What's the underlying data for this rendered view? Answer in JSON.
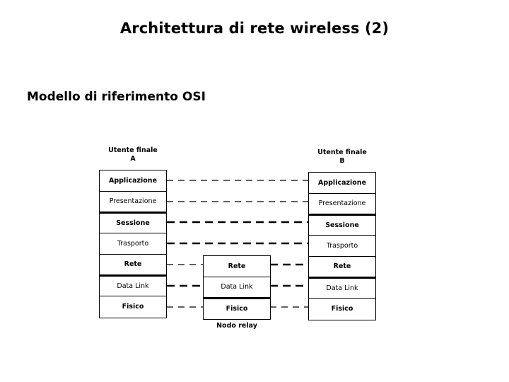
{
  "slide": {
    "title": "Architettura di rete wireless (2)",
    "subtitle": "Modello di riferimento OSI"
  },
  "diagram": {
    "left_stack": {
      "caption": "Utente finale\nA",
      "layers": [
        {
          "label": "Applicazione",
          "weight": "bold"
        },
        {
          "label": "Presentazione",
          "weight": "thin"
        },
        {
          "label": "Sessione",
          "weight": "bold"
        },
        {
          "label": "Trasporto",
          "weight": "thin"
        },
        {
          "label": "Rete",
          "weight": "bold"
        },
        {
          "label": "Data Link",
          "weight": "thin"
        },
        {
          "label": "Fisico",
          "weight": "bold"
        }
      ]
    },
    "relay_stack": {
      "caption": "Nodo relay",
      "layers": [
        {
          "label": "Rete",
          "weight": "bold"
        },
        {
          "label": "Data Link",
          "weight": "thin"
        },
        {
          "label": "Fisico",
          "weight": "bold"
        }
      ]
    },
    "right_stack": {
      "caption": "Utente finale\nB",
      "layers": [
        {
          "label": "Applicazione",
          "weight": "bold"
        },
        {
          "label": "Presentazione",
          "weight": "thin"
        },
        {
          "label": "Sessione",
          "weight": "bold"
        },
        {
          "label": "Trasporto",
          "weight": "thin"
        },
        {
          "label": "Rete",
          "weight": "bold"
        },
        {
          "label": "Data Link",
          "weight": "thin"
        },
        {
          "label": "Fisico",
          "weight": "bold"
        }
      ]
    },
    "connectors": [
      {
        "peer": "Applicazione",
        "span": "end-to-end",
        "weight": "thin"
      },
      {
        "peer": "Presentazione",
        "span": "end-to-end",
        "weight": "thin"
      },
      {
        "peer": "Sessione",
        "span": "end-to-end",
        "weight": "thick"
      },
      {
        "peer": "Trasporto",
        "span": "end-to-end",
        "weight": "thick"
      },
      {
        "peer": "Rete",
        "span": "hop",
        "weight": "thin-left-thick-right"
      },
      {
        "peer": "Data Link",
        "span": "hop",
        "weight": "thick"
      },
      {
        "peer": "Fisico",
        "span": "hop",
        "weight": "thin"
      }
    ],
    "colors": {
      "ink": "#000000",
      "background": "#ffffff"
    }
  }
}
